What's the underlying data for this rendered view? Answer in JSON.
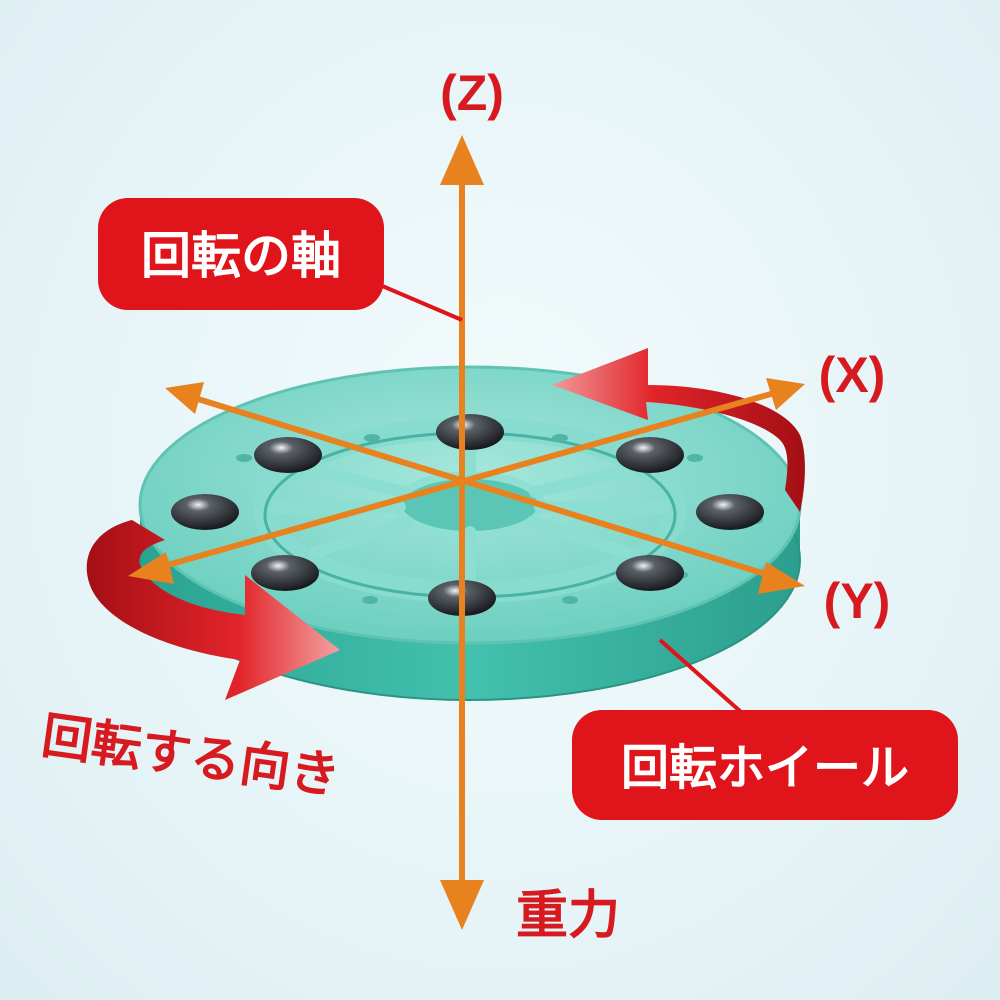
{
  "axes": {
    "z_label": "(Z)",
    "x_label": "(X)",
    "y_label": "(Y)",
    "gravity_label": "重力"
  },
  "callouts": {
    "rotation_axis": "回転の軸",
    "rotation_wheel": "回転ホイール"
  },
  "rotation_direction": "回転する向き",
  "colors": {
    "axis_orange": "#e8821e",
    "label_red": "#d71a1f",
    "callout_red": "#e0141b",
    "wheel_teal": "#6fd1c4",
    "wheel_edge": "#3db4a3",
    "arrow_red": "#c8161c"
  }
}
